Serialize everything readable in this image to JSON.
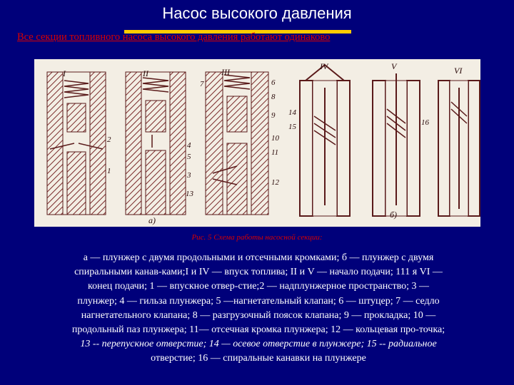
{
  "slide": {
    "title": "Насос высокого давления",
    "subtitle": "Все секции топливного насоса высокого давления работают одинаково"
  },
  "figure": {
    "labels": {
      "roman": [
        "I",
        "II",
        "III",
        "IV",
        "V",
        "VI"
      ],
      "numbers": [
        "1",
        "2",
        "3",
        "4",
        "5",
        "6",
        "7",
        "8",
        "9",
        "10",
        "11",
        "12",
        "13",
        "14",
        "15",
        "16"
      ],
      "part_a": "а)",
      "part_b": "б)"
    }
  },
  "caption": {
    "title": "Рис. 5 Схема работы насосной секции:",
    "lines": [
      "а — плунжер с двумя продольными и отсечными кромками; б — плунжер с двумя",
      "спиральными канав-ками;I и IV — впуск топлива; II и V — начало подачи; 111 я VI —",
      "конец подачи; 1 — впускное отвер-стие;2 — надплунжерное пространство; 3 —",
      "плунжер; 4 — гильза плунжера; 5 —нагнетательный клапан; 6 — штуцер; 7 — седло",
      "нагнетательного клапана; 8 — разгрузочный поясок клапана; 9 — прокладка; 10 —",
      "продольный паз плунжера; 11— отсечная кромка плунжера; 12 — кольцевая про-точка;",
      "13 -- перепускное отверстие;   14 — осевое отверстие  в  плунжере;   15 -- радиальное",
      "отверстие; 16 — спиральные канавки на плунжере"
    ]
  }
}
